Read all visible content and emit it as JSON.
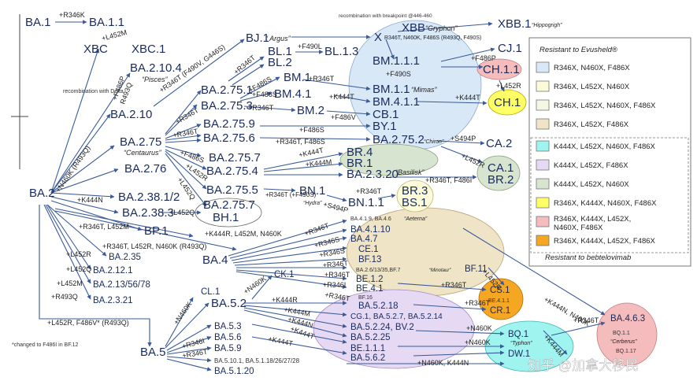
{
  "colors": {
    "blue": "#d8e8f7",
    "yellow_light": "#fbfbd7",
    "beige": "#efe4c6",
    "cyan": "#9ff4ef",
    "lavender": "#e6d9f3",
    "green": "#d7e4cf",
    "yellow": "#ffff66",
    "pink": "#f4bcbd",
    "orange": "#f5a623",
    "edge": "#3a5a98",
    "text": "#1a2b5e"
  },
  "legend": {
    "header": "Resistant to Evusheld®",
    "items": [
      {
        "label": "R346X, N460X, F486X",
        "color": "#d8e8f7"
      },
      {
        "label": "R346X, L452X, N460X",
        "color": "#fbfbd7"
      },
      {
        "label": "R346X, L452X, N460X, F486X",
        "color": "#f3f7e4"
      },
      {
        "label": "R346X, L452X, F486X",
        "color": "#efe4c6"
      },
      {
        "label": "K444X, L452X, N460X, F486X",
        "color": "#9ff4ef"
      },
      {
        "label": "K444X, L452X, F486X",
        "color": "#e6d9f3"
      },
      {
        "label": "K444X, L452X, N460X",
        "color": "#d7e4cf"
      },
      {
        "label": "R346X, K444X, N460X, F486X",
        "color": "#ffff66"
      },
      {
        "label": "R346X, K444X, L452X, N460X, F486X",
        "color": "#f4bcbd"
      },
      {
        "label": "R346X, K444X, L452X, F486X",
        "color": "#f5a623"
      }
    ],
    "footer": "Resistant to bebtelovimab"
  },
  "footnote": "*changed to F486I in BF.12",
  "watermark": "知乎 @加拿大移民",
  "nodes": {
    "ba1": "BA.1",
    "ba11": "BA.1.1",
    "xbc": "XBC",
    "xbc1": "XBC.1",
    "ba2104": "BA.2.10.4",
    "pisces": "“Pisces”",
    "ba210": "BA.2.10",
    "bj1": "BJ.1",
    "argus": "“ Argus”",
    "xbb": "XBB",
    "gryphon": "“Gryphon”",
    "xbb1": "XBB.1",
    "hippogriph": "“Hippogrigh”",
    "x": "X",
    "bl1": "BL.1",
    "bl2": "BL.2",
    "bl13": "BL.1.3",
    "bm111": "BM.1.1.1",
    "cj1": "CJ.1",
    "ch11": "CH.1.1",
    "ch1": "CH.1",
    "ba2751": "BA.2.75.1",
    "bm1": "BM.1",
    "bm11": "BM.1.1",
    "mimas": "“Mimas”",
    "bm41": "BM.4.1",
    "bm411": "BM.4.1.1",
    "ba2753": "BA.2.75.3",
    "bm2": "BM.2",
    "cb1": "CB.1",
    "ba2759": "BA.2.75.9",
    "by1": "BY.1",
    "ba2756": "BA.2.75.6",
    "ba2752": "BA.2.75.2",
    "chiron": "“Chiron”",
    "ca2": "CA.2",
    "ba275": "BA.2.75",
    "centaurus": "“Centaurus”",
    "ba2757": "BA.2.75.7",
    "br4": "BR.4",
    "br1": "BR.1",
    "ba2754": "BA.2.75.4",
    "ba2320": "BA.2.3.20",
    "basilisk": "“Basilisk”",
    "ca1": "CA.1",
    "br2": "BR.2",
    "ba276": "BA.2.76",
    "ba2755": "BA.2.75.5",
    "bn1": "BN.1",
    "hydra": "“Hydra”",
    "bn11": "BN.1.1",
    "br3": "BR.3",
    "bs1": "BS.1",
    "ba2": "BA.2",
    "ba23812": "BA.2.38.1/2",
    "ba2383": "BA.2.38.3",
    "ba27572": "BA.2.75.7",
    "bh1": "BH.1",
    "bp1": "BP.1",
    "ba419": "BA.4.1.9, BA.4.6",
    "aeterna": "“Aeterna”",
    "ba4110": "BA.4.1.10",
    "ba47": "BA.4.7",
    "ce1": "CE.1",
    "bf13": "BF.13",
    "ba526": "BA.2.6/13/35,BF.7",
    "minotaur": "“Minotaur”",
    "bf11": "BF.11",
    "be12": "BE.1.2",
    "be41": "BE.4.1",
    "ba235": "BA.2.35",
    "ba2121": "BA.2.12.1",
    "ba213": "BA.2.13/56/78",
    "ba2321": "BA.2.3.21",
    "ba4": "BA.4",
    "ck1": "CK.1",
    "cl1": "CL.1",
    "ba52": "BA.5.2",
    "cs1": "CS.1",
    "be411": "BE.4.1.1",
    "cr1": "CR.1",
    "bf16": "BF.16",
    "ba5218": "BA.5.2.18",
    "cg1": "CG.1, BA.5.2.7, BA.5.2.14",
    "ba5224": "BA.5.2.24, BV.2",
    "ba5225": "BA.5.2.25",
    "be111": "BE.1.1.1",
    "ba562": "BA.5.6.2",
    "ba53": "BA.5.3",
    "ba56": "BA.5.6",
    "ba59": "BA.5.9",
    "ba5101": "BA.5.10.1, BA.5.1.18/26/27/28",
    "ba5120": "BA.5.1.20",
    "ba5": "BA.5",
    "bq1": "BQ.1",
    "typhon": "“Typhon”",
    "bq11": "BQ.1.1",
    "cerberus": "“Cerberus”",
    "ba463": "BA.4.6.3",
    "dw1": "DW.1",
    "bq117": "BQ.1.17"
  },
  "notes": {
    "recomb_delta": "recombination with Delta",
    "recomb_bp": "recombination with breakpoint @446-460"
  },
  "mutations": {
    "m1": "+R346K",
    "m2": "+L452M",
    "m3": "+F486P",
    "m4": "R493Q",
    "m5": "+R346T (F490V, G446S)",
    "m6": "+R346T",
    "m7": "+F490L",
    "m8": "R346T, N460K, F486S (R493Q, F490S)",
    "m9": "+F486P",
    "m10": "+F490S",
    "m11": "+L452R",
    "m12": "+K444T",
    "m13": "+F486S",
    "m14": "+R346T",
    "m15": "+K444T",
    "m16": "+F486S",
    "m17": "+R346T",
    "m18": "+R346T",
    "m19": "+F486V",
    "m20": "+F486S",
    "m21": "+R346T, F486S",
    "m22": "+S494P",
    "m23": "+R346T",
    "m24": "+F486S",
    "m25": "+L452R",
    "m26": "+K444T",
    "m27": "+K444M",
    "m28": "+L452R",
    "m29": "+R346T, F486I",
    "m30": "+N460K (R493Q)",
    "m31": "+L452Q",
    "m32": "+R346T (+F490S)",
    "m33": "+S494P",
    "m34": "+R346T",
    "m35": "+K444N",
    "m36": "+L452Q",
    "m37": "+R346T, L452M",
    "m38": "+K444R, L452M, N460K",
    "m39": "+R346T, L452R, N460K (R493Q)",
    "m40": "+L452R",
    "m41": "+L452Q",
    "m42": "+L452M",
    "m43": "+R493Q",
    "m44": "+L452R, F486V* (R493Q)",
    "m45": "+R346T",
    "m46": "+R346S",
    "m47": "+R346S",
    "m48": "+R346T",
    "m49": "+R346T",
    "m50": "+R346I",
    "m51": "+R346T",
    "m52": "+N460K",
    "m53": "+N460K",
    "m54": "+K444R",
    "m55": "+K444M",
    "m56": "+K444N",
    "m57": "+K444T",
    "m58": "+K444T",
    "m59": "+R346T",
    "m60": "+R346T",
    "m61": "+N460K",
    "m62": "+N460K",
    "m63": "+N460K, K444N",
    "m64": "+R346I",
    "m65": "+R346T",
    "m66": "+R346T",
    "m67": "+K444M",
    "m68": "+K444N, N460K",
    "m69": "+L452R"
  }
}
